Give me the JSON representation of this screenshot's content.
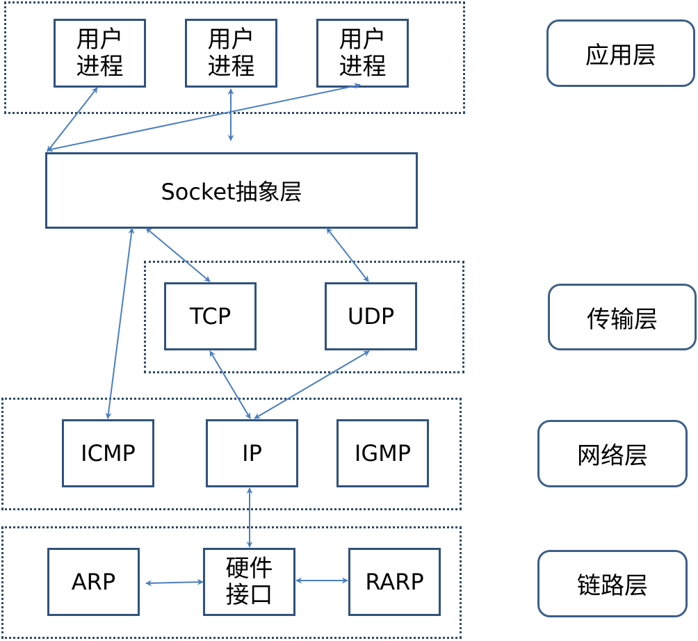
{
  "app_boxes": [
    {
      "line1": "用户",
      "line2": "进程"
    },
    {
      "line1": "用户",
      "line2": "进程"
    },
    {
      "line1": "用户",
      "line2": "进程"
    }
  ],
  "socket_label": "Socket抽象层",
  "transport": {
    "tcp": "TCP",
    "udp": "UDP"
  },
  "network": {
    "icmp": "ICMP",
    "ip": "IP",
    "igmp": "IGMP"
  },
  "link": {
    "arp": "ARP",
    "hw_line1": "硬件",
    "hw_line2": "接口",
    "rarp": "RARP"
  },
  "layers": {
    "application": "应用层",
    "transport": "传输层",
    "network": "网络层",
    "link": "链路层"
  },
  "colors": {
    "arrow": "#4a7ec0",
    "box_border": "#2f527d",
    "group_border": "#2e4a6b"
  }
}
